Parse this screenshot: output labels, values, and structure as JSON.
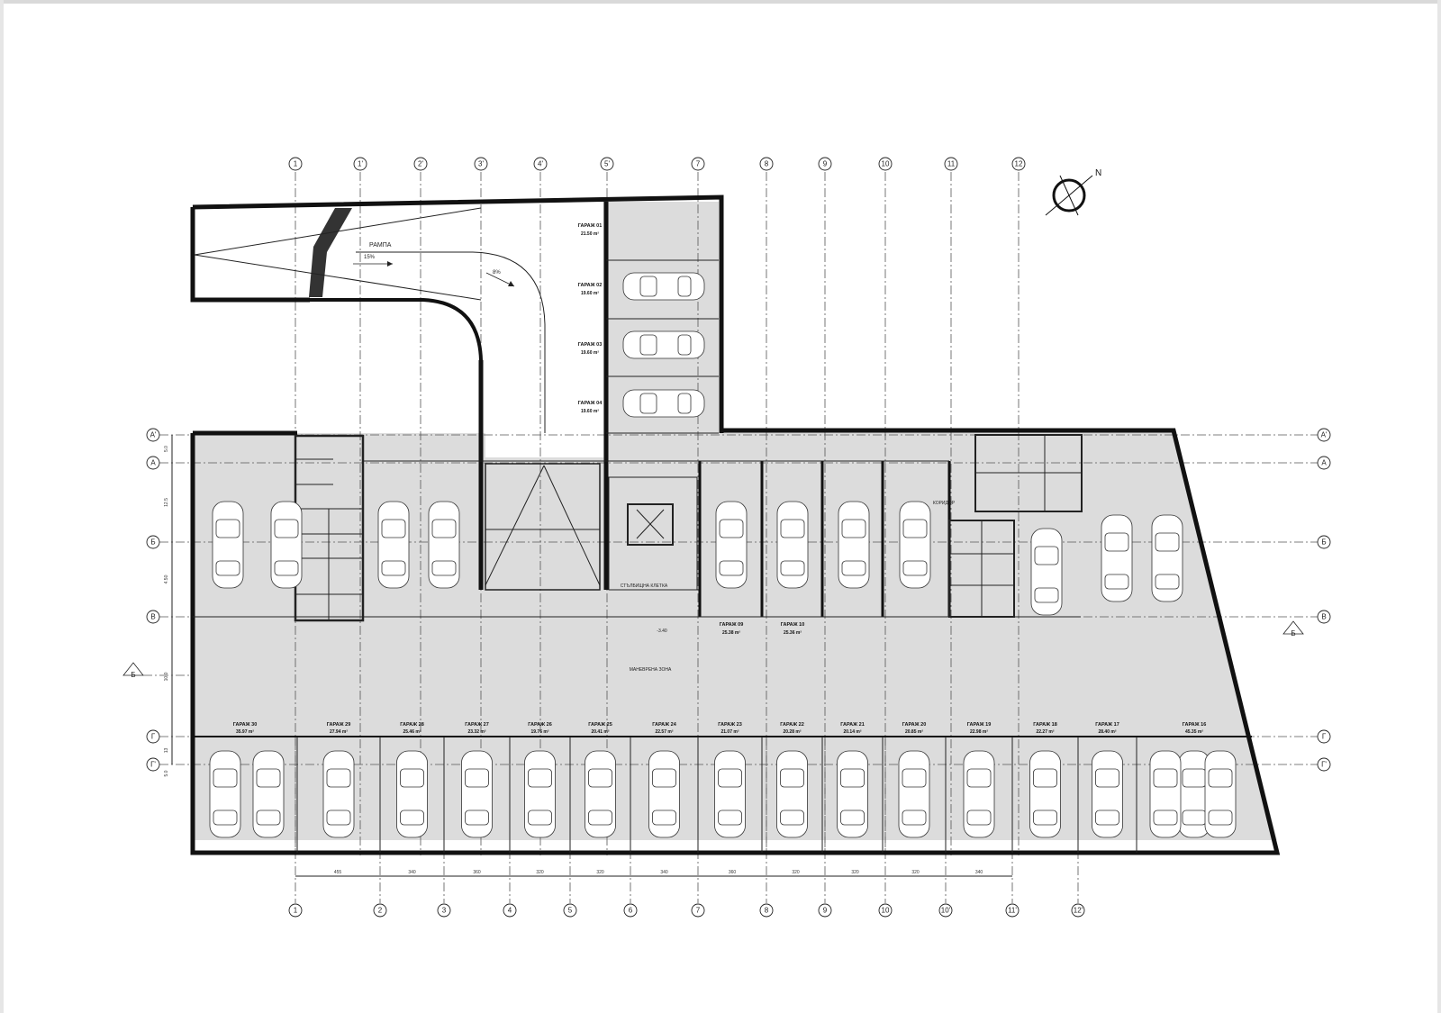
{
  "colors": {
    "floor": "#dcdcdc",
    "wall": "#111111",
    "ramp_wall": "#333333"
  },
  "axes": {
    "top": [
      "1",
      "1'",
      "2'",
      "3'",
      "4'",
      "5'",
      "7",
      "8",
      "9",
      "10",
      "11",
      "12"
    ],
    "bottom": [
      "1",
      "2",
      "3",
      "4",
      "5",
      "6",
      "7",
      "8",
      "9",
      "10",
      "10'",
      "11'",
      "12'"
    ],
    "rows": [
      "А'",
      "А",
      "Б",
      "В",
      "Г",
      "Г'"
    ]
  },
  "ramp": {
    "label": "РАМПА",
    "slope1": "15%",
    "slope2": "8%"
  },
  "top_garages": [
    {
      "title": "ГАРАЖ 01",
      "area": "21.50 m²"
    },
    {
      "title": "ГАРАЖ 02",
      "area": "19.60 m²"
    },
    {
      "title": "ГАРАЖ 03",
      "area": "19.60 m²"
    },
    {
      "title": "ГАРАЖ 04",
      "area": "19.60 m²"
    }
  ],
  "mid_garages": [
    {
      "title": "ГАРАЖ 09",
      "area": "25.38 m²"
    },
    {
      "title": "ГАРАЖ 10",
      "area": "25.36 m²"
    }
  ],
  "bottom_garages": [
    {
      "title": "ГАРАЖ 30",
      "area": "35.97 m²"
    },
    {
      "title": "ГАРАЖ 29",
      "area": "27.94 m²"
    },
    {
      "title": "ГАРАЖ 28",
      "area": "25.46 m²"
    },
    {
      "title": "ГАРАЖ 27",
      "area": "23.32 m²"
    },
    {
      "title": "ГАРАЖ 26",
      "area": "19.76 m²"
    },
    {
      "title": "ГАРАЖ 25",
      "area": "20.41 m²"
    },
    {
      "title": "ГАРАЖ 24",
      "area": "22.57 m²"
    },
    {
      "title": "ГАРАЖ 23",
      "area": "21.07 m²"
    },
    {
      "title": "ГАРАЖ 22",
      "area": "20.28 m²"
    },
    {
      "title": "ГАРАЖ 21",
      "area": "20.14 m²"
    },
    {
      "title": "ГАРАЖ 20",
      "area": "20.85 m²"
    },
    {
      "title": "ГАРАЖ 19",
      "area": "22.98 m²"
    },
    {
      "title": "ГАРАЖ 18",
      "area": "22.27 m²"
    },
    {
      "title": "ГАРАЖ 17",
      "area": "28.40 m²"
    },
    {
      "title": "ГАРАЖ 16",
      "area": "45.35 m²"
    }
  ],
  "labels": {
    "stair": "СТЪЛБИЩНА КЛЕТКА",
    "corridor": "КОРИДОР",
    "maneuver": "МАНЕВРЕНА ЗОНА",
    "section_mark": "Б",
    "level": "-3.40"
  },
  "dimensions": {
    "bottom": [
      "455",
      "340",
      "360",
      "320",
      "320",
      "340",
      "360",
      "320",
      "320",
      "320",
      "340"
    ],
    "left": [
      "5.0",
      "12.5",
      "4.50",
      "10.0",
      "13",
      "5.0"
    ]
  },
  "north_label": "N"
}
